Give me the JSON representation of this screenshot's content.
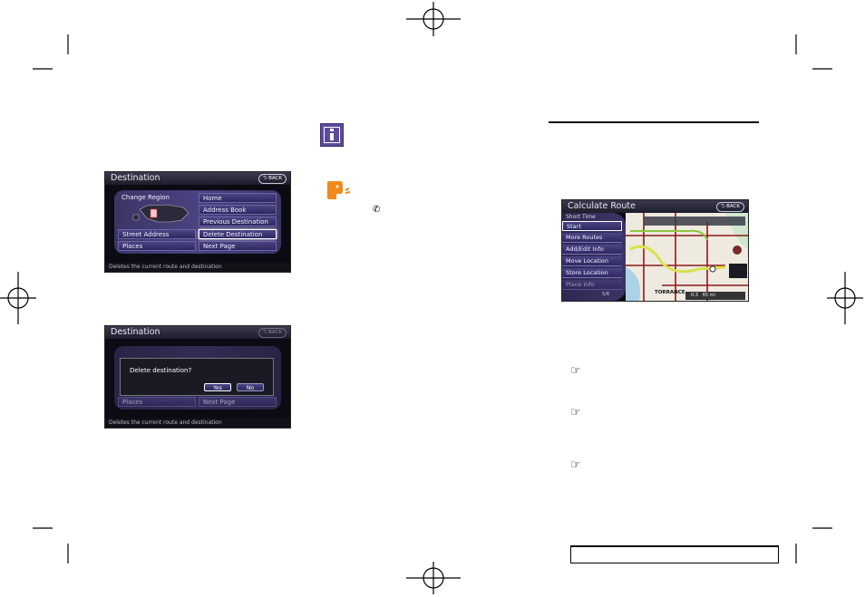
{
  "screen1": {
    "title": "Destination",
    "back": "BACK",
    "buttons": {
      "change_region": "Change Region",
      "home": "Home",
      "address_book": "Address Book",
      "previous_destination": "Previous Destination",
      "street_address": "Street Address",
      "delete_destination": "Delete Destination",
      "places": "Places",
      "next_page": "Next Page"
    },
    "status": "Deletes the current route and destination"
  },
  "screen2": {
    "title": "Destination",
    "back": "BACK",
    "places": "Places",
    "next_page": "Next Page",
    "dialog_text": "Delete destination?",
    "yes": "Yes",
    "no": "No",
    "status": "Deletes the current route and destination"
  },
  "screen3": {
    "title": "Calculate Route",
    "back": "BACK",
    "menu": [
      "Short Time",
      "Start",
      "More Routes",
      "Add/Edit Info",
      "Move Location",
      "Store Location",
      "Place Info"
    ],
    "page": "5/6",
    "map_label": "TORRANCE",
    "distance": "0.3",
    "distance_unit": "65 mi"
  },
  "colors": {
    "info_icon": "#5d4a9c",
    "voice_icon": "#f08a1c",
    "menu_purple": "#3b3566"
  },
  "icons": {
    "info": "info-icon",
    "voice": "voice-command-icon",
    "pointer": "pointing-hand-icon"
  }
}
